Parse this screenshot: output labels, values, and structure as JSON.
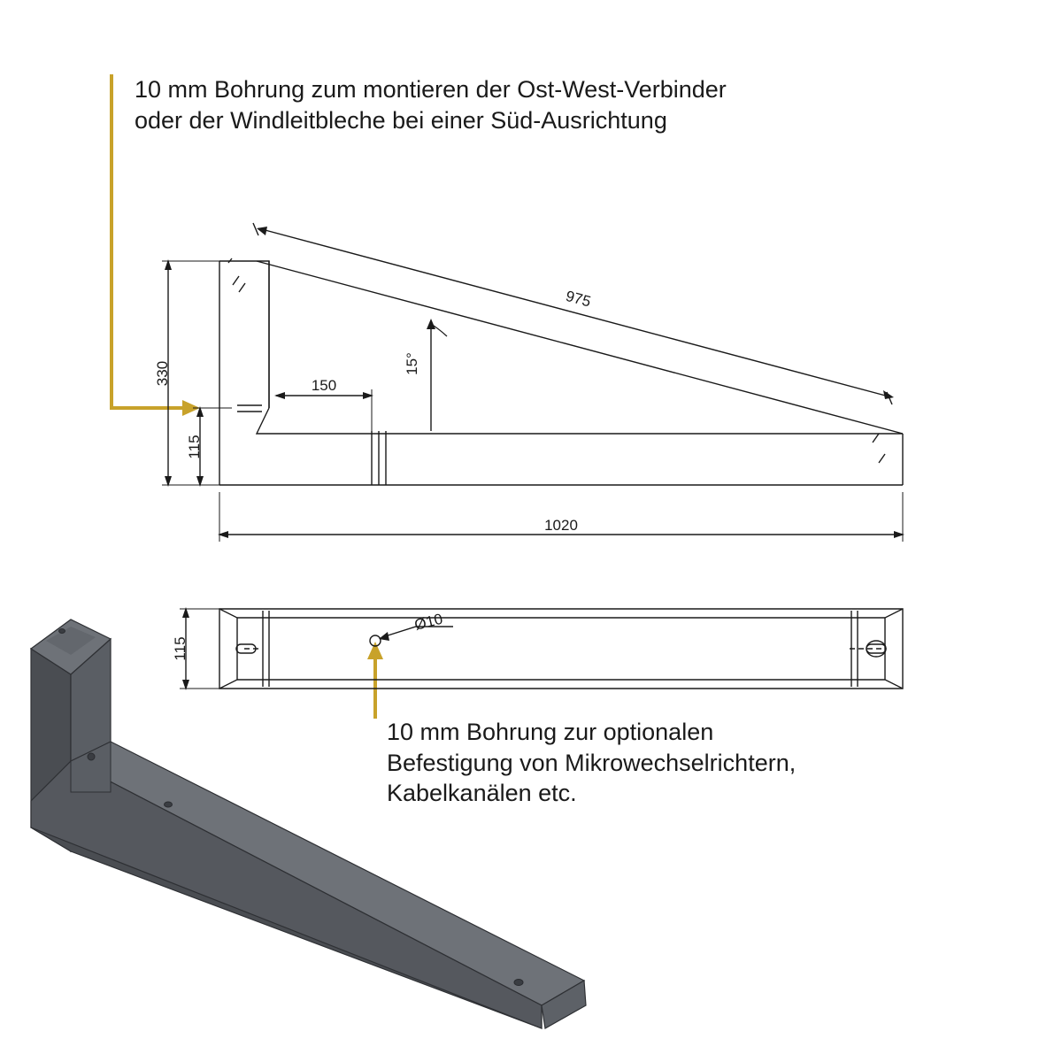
{
  "annotations": {
    "top": {
      "text": "10 mm Bohrung zum montieren der Ost-West-Verbinder\noder der Windleitbleche bei einer Süd-Ausrichtung",
      "leader_color": "#c8a22a"
    },
    "bottom": {
      "text": "10 mm Bohrung zur optionalen\nBefestigung von Mikrowechselrichtern,\nKabelkanälen etc.",
      "leader_color": "#c8a22a"
    }
  },
  "drawing_side_view": {
    "name": "side-elevation-view",
    "dimensions": {
      "height_total": "330",
      "height_foot": "115",
      "offset_horizontal": "150",
      "hypotenuse_length": "975",
      "angle": "15°",
      "length_total": "1020"
    }
  },
  "drawing_top_view": {
    "name": "plan-view",
    "dimensions": {
      "width": "115",
      "hole_diameter": "Ø10"
    }
  },
  "render_3d": {
    "name": "isometric-bracket-render",
    "colors": {
      "body_dark": "#4a4d52",
      "body_mid": "#5a5e64",
      "body_light": "#6e7278",
      "edge": "#2e3034"
    }
  },
  "colors": {
    "line": "#1a1a1a",
    "accent": "#c8a22a",
    "background": "#ffffff"
  }
}
